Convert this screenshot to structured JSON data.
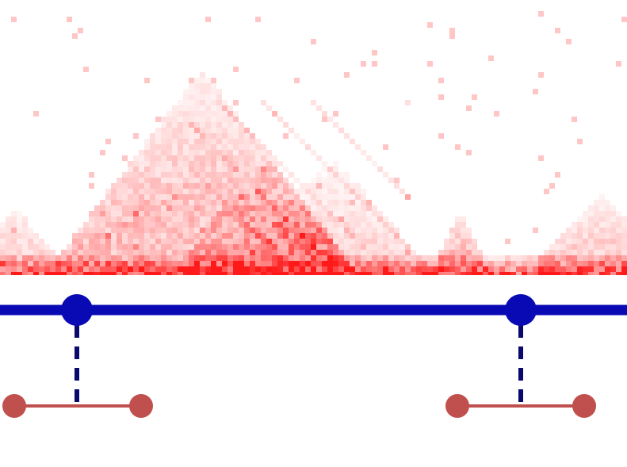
{
  "colors": {
    "background": "#ffffff",
    "heatmap": "#ff1a1a",
    "genome_line": "#0a0ab4",
    "anchor_marker": "#0a0ab4",
    "dashed_connector": "#0a0a6e",
    "loop_segment": "#c0504d"
  },
  "heatmap": {
    "type": "contact-map-triangle",
    "domains": [
      {
        "name": "left-edge-domain",
        "strength": 0.55
      },
      {
        "name": "central-tad",
        "strength": 0.7
      },
      {
        "name": "inner-tad-a",
        "strength": 0.45
      },
      {
        "name": "inner-tad-b",
        "strength": 0.4
      },
      {
        "name": "right-focal-enrichment",
        "strength": 0.8
      },
      {
        "name": "right-edge-domain",
        "strength": 0.55
      }
    ]
  },
  "anchors": [
    {
      "name": "left-anchor",
      "icon": "filled-circle-icon"
    },
    {
      "name": "right-anchor",
      "icon": "filled-circle-icon"
    }
  ],
  "segments": [
    {
      "name": "left-loop-segment",
      "icon": "dumbbell-segment-icon"
    },
    {
      "name": "right-loop-segment",
      "icon": "dumbbell-segment-icon"
    }
  ]
}
